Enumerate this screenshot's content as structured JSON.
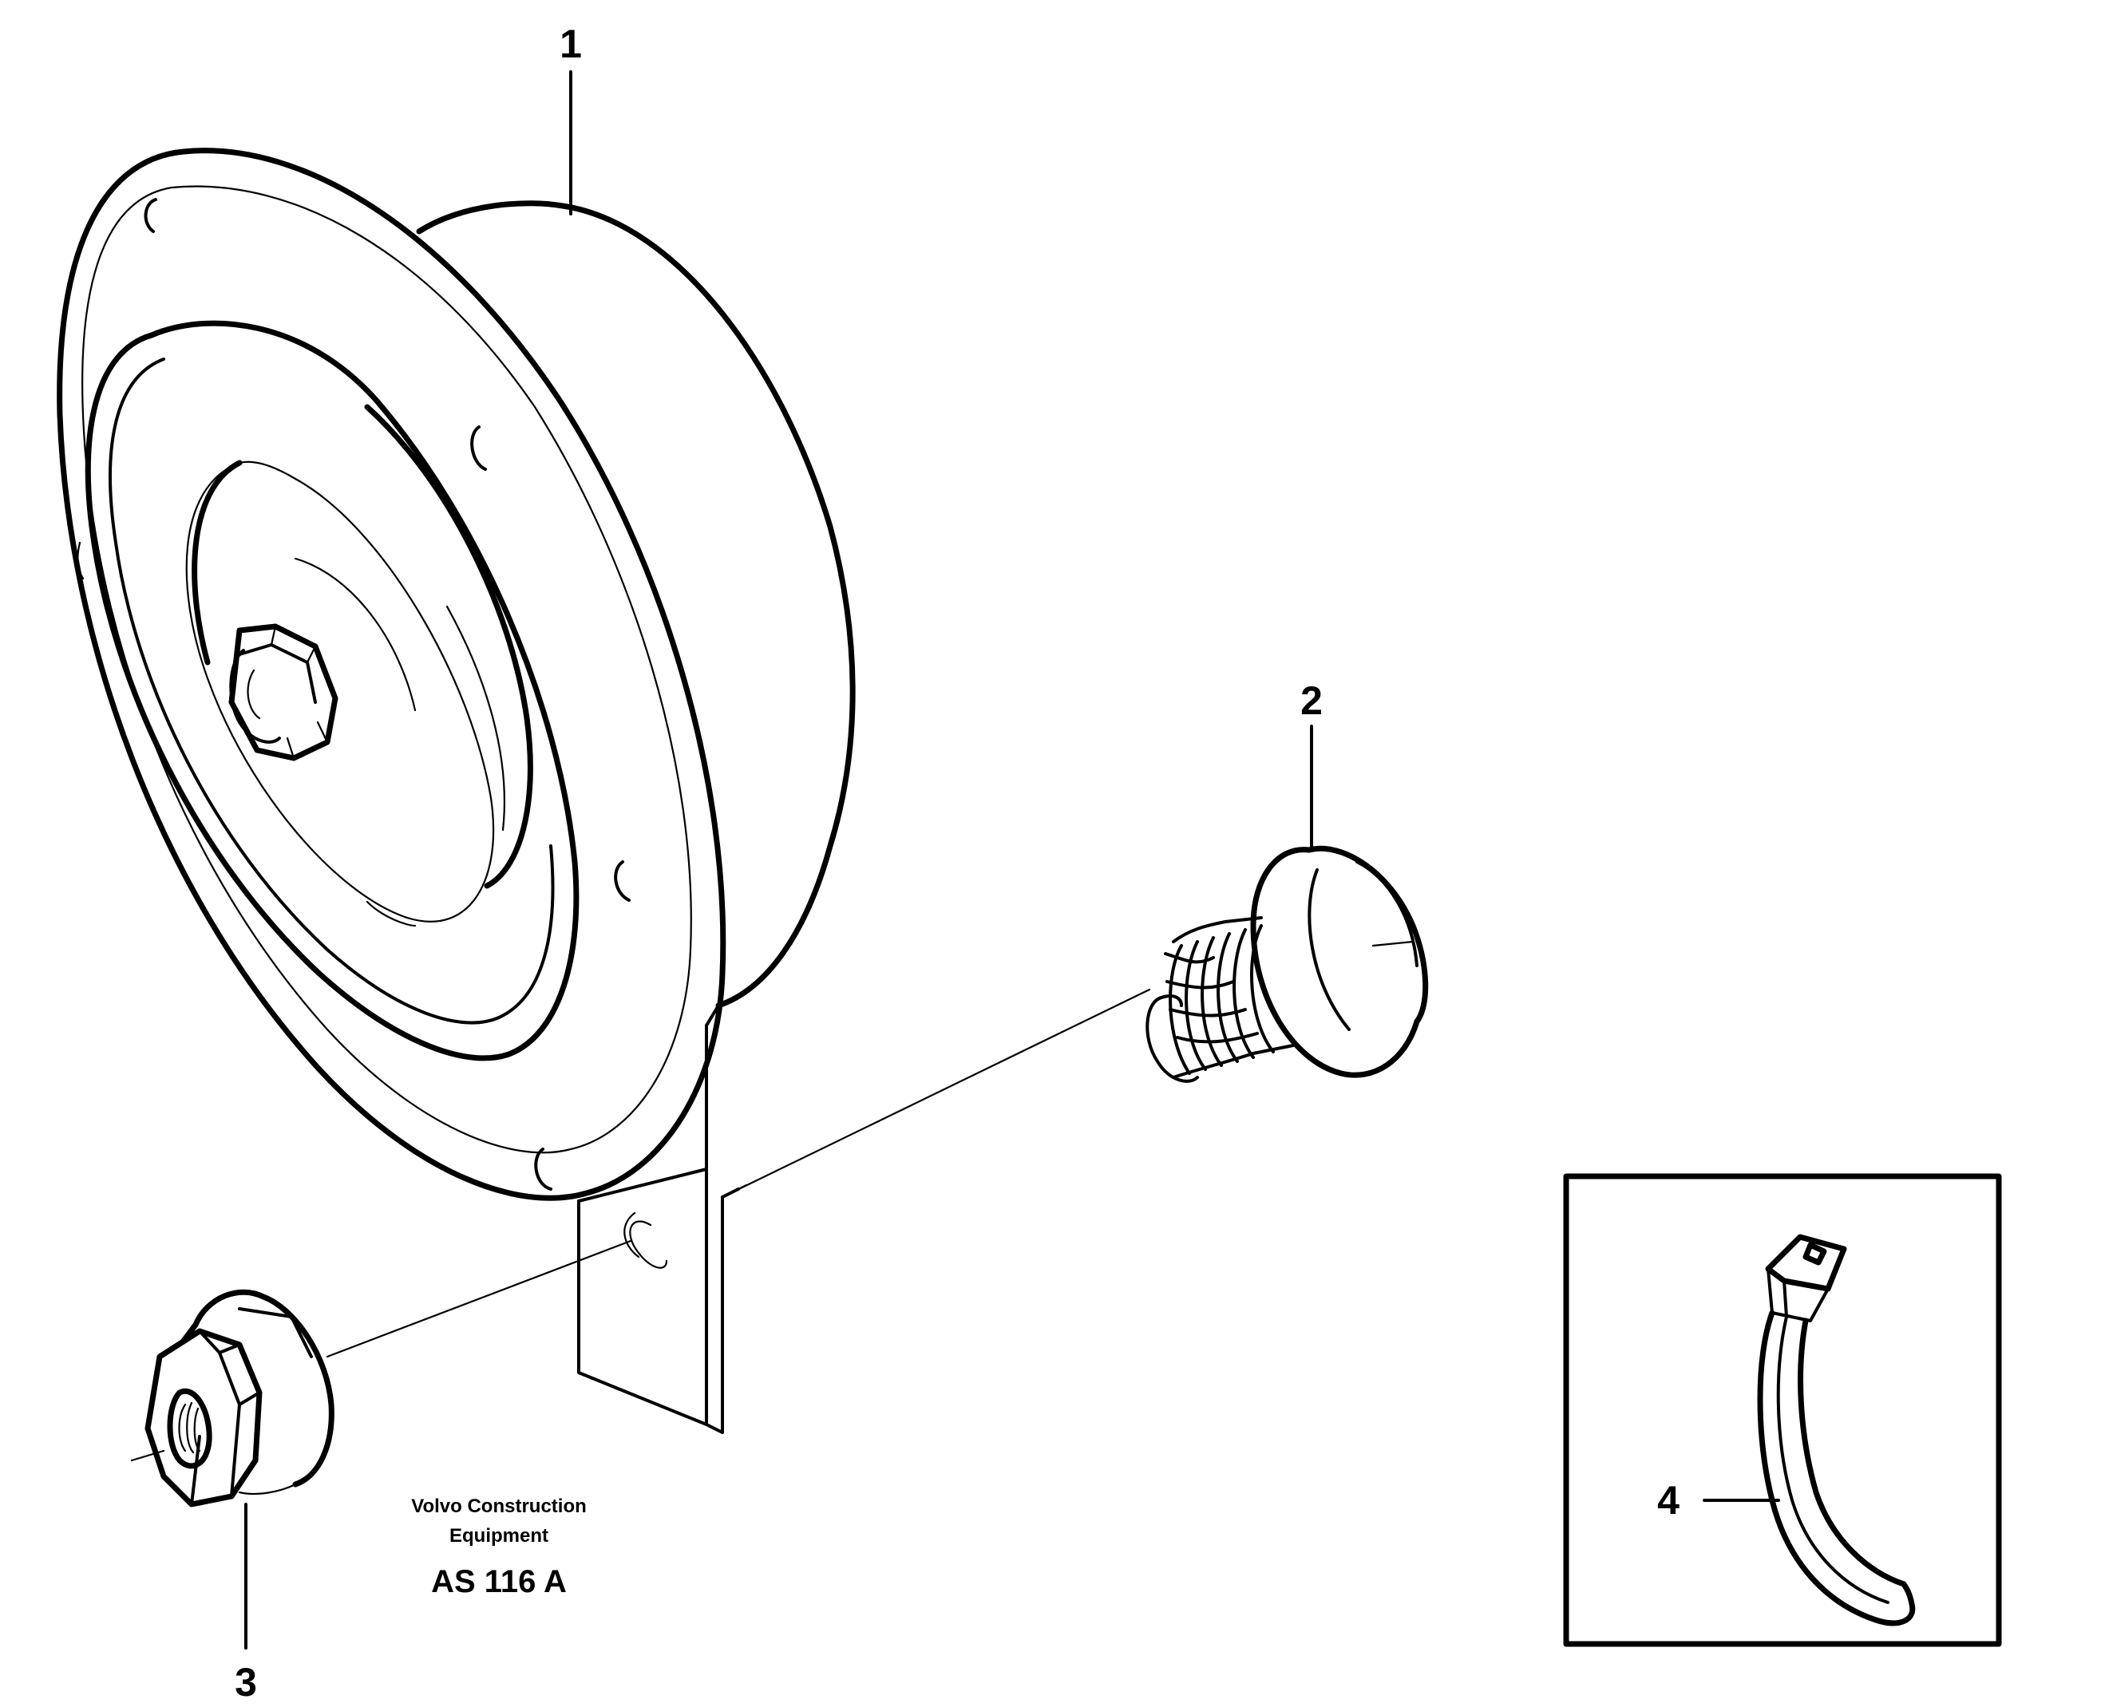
{
  "callouts": {
    "horn": "1",
    "screw": "2",
    "nut": "3",
    "cable_tie": "4"
  },
  "caption": {
    "line1": "Volvo Construction",
    "line2": "Equipment",
    "code": "AS 116 A"
  }
}
